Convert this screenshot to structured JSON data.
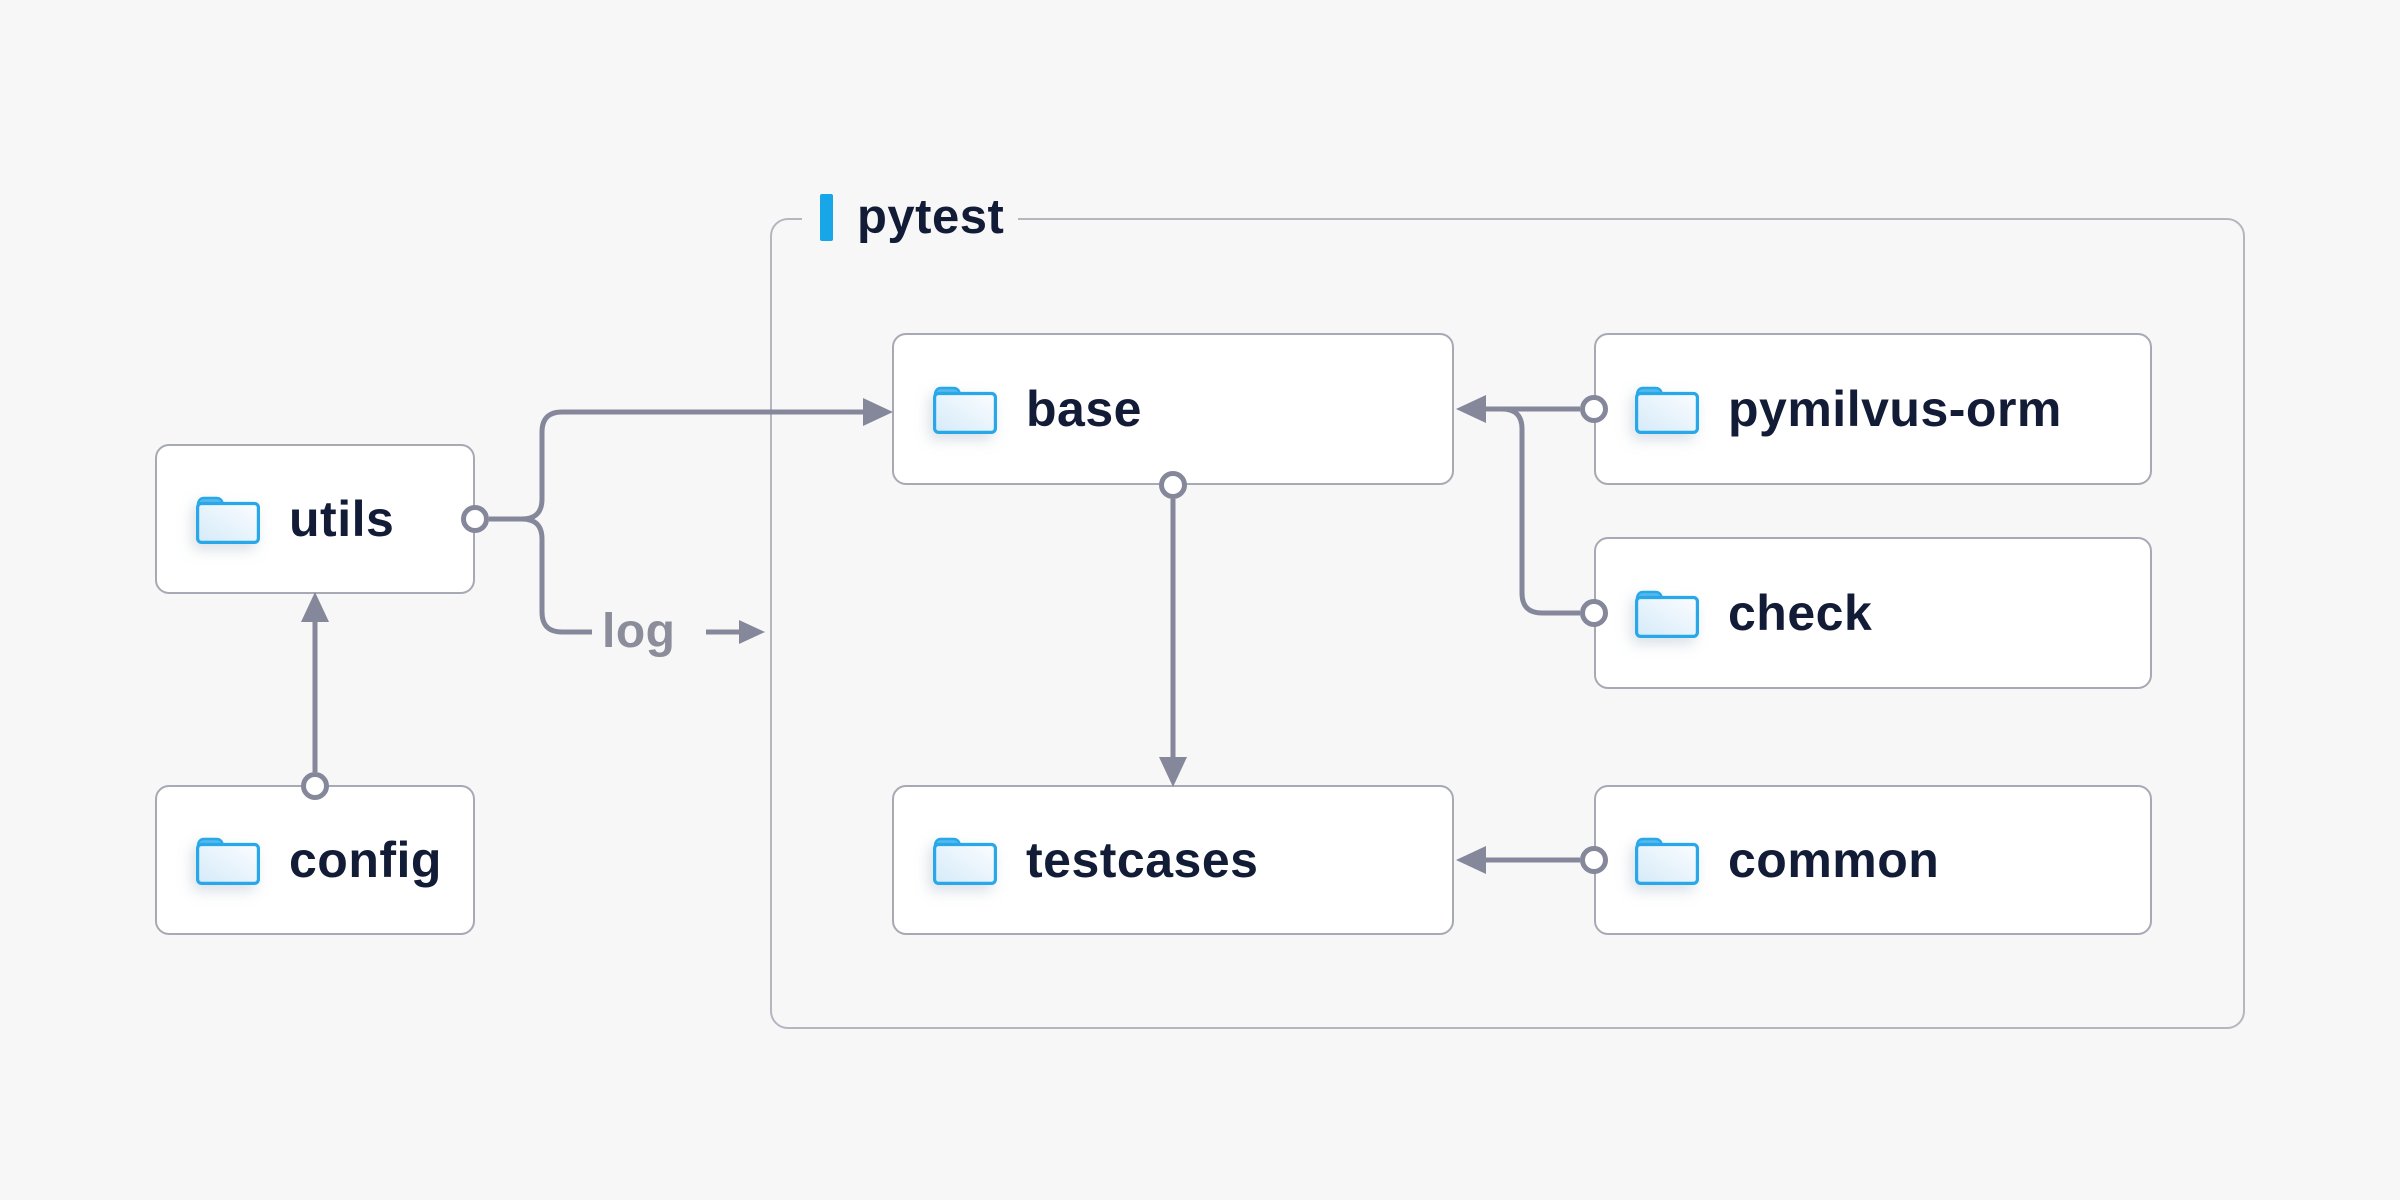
{
  "diagram": {
    "container_label": "pytest",
    "nodes": [
      {
        "id": "utils",
        "label": "utils"
      },
      {
        "id": "config",
        "label": "config"
      },
      {
        "id": "base",
        "label": "base"
      },
      {
        "id": "testcases",
        "label": "testcases"
      },
      {
        "id": "pymilvus-orm",
        "label": "pymilvus-orm"
      },
      {
        "id": "check",
        "label": "check"
      },
      {
        "id": "common",
        "label": "common"
      }
    ],
    "edges": [
      {
        "from": "config",
        "to": "utils"
      },
      {
        "from": "utils",
        "to": "base"
      },
      {
        "from": "utils",
        "to": "pytest-group",
        "label": "log"
      },
      {
        "from": "base",
        "to": "testcases"
      },
      {
        "from": "pymilvus-orm",
        "to": "base"
      },
      {
        "from": "check",
        "to": "base"
      },
      {
        "from": "common",
        "to": "testcases"
      }
    ],
    "colors": {
      "background": "#f7f7f8",
      "accent_blue": "#17a7e8",
      "folder_blue": "#29a8e9",
      "line_gray": "#85879a",
      "box_border": "#a7a9b4",
      "group_border": "#b4b6c0",
      "text_dark": "#121c36",
      "text_muted": "#8b8e9a"
    }
  }
}
